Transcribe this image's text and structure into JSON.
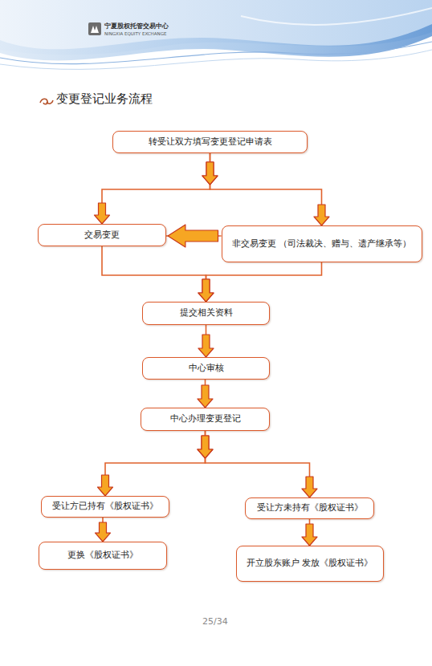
{
  "diagram": {
    "title": "变更登记业务流程",
    "nodes": [
      {
        "text": [
          "转受让双方填写变更登记申请表"
        ]
      },
      {
        "text": [
          "交易变更"
        ]
      },
      {
        "text": [
          "非交易变更 （司法裁决、赠与、遗产继承等）"
        ]
      },
      {
        "text": [
          "提交相关资料"
        ]
      },
      {
        "text": [
          "中心审核"
        ]
      },
      {
        "text": [
          "中心办理变更登记"
        ]
      },
      {
        "text": [
          "受让方已持有《股权证书》"
        ]
      },
      {
        "text": [
          "受让方未持有《股权证书》"
        ]
      },
      {
        "text": [
          "更换《股权证书》"
        ]
      },
      {
        "text": [
          "开立股东账户 发放《股权证书》"
        ]
      }
    ],
    "edges": [
      {
        "from": 0,
        "to": 1,
        "arrow": "to"
      },
      {
        "from": 0,
        "to": 2,
        "arrow": "to"
      },
      {
        "from": 2,
        "to": 1,
        "arrow": "to"
      },
      {
        "from": 1,
        "to": 3,
        "arrow": "to"
      },
      {
        "from": 2,
        "to": 3,
        "arrow": "to"
      },
      {
        "from": 3,
        "to": 4,
        "arrow": "to"
      },
      {
        "from": 4,
        "to": 5,
        "arrow": "to"
      },
      {
        "from": 5,
        "to": 6,
        "arrow": "to"
      },
      {
        "from": 5,
        "to": 7,
        "arrow": "to"
      },
      {
        "from": 6,
        "to": 8,
        "arrow": "to"
      },
      {
        "from": 7,
        "to": 9,
        "arrow": "to"
      }
    ],
    "labels": [
      "宁夏股权托管交易中心",
      "NINGXIA EQUITY EXCHANGE",
      "25/34"
    ]
  }
}
